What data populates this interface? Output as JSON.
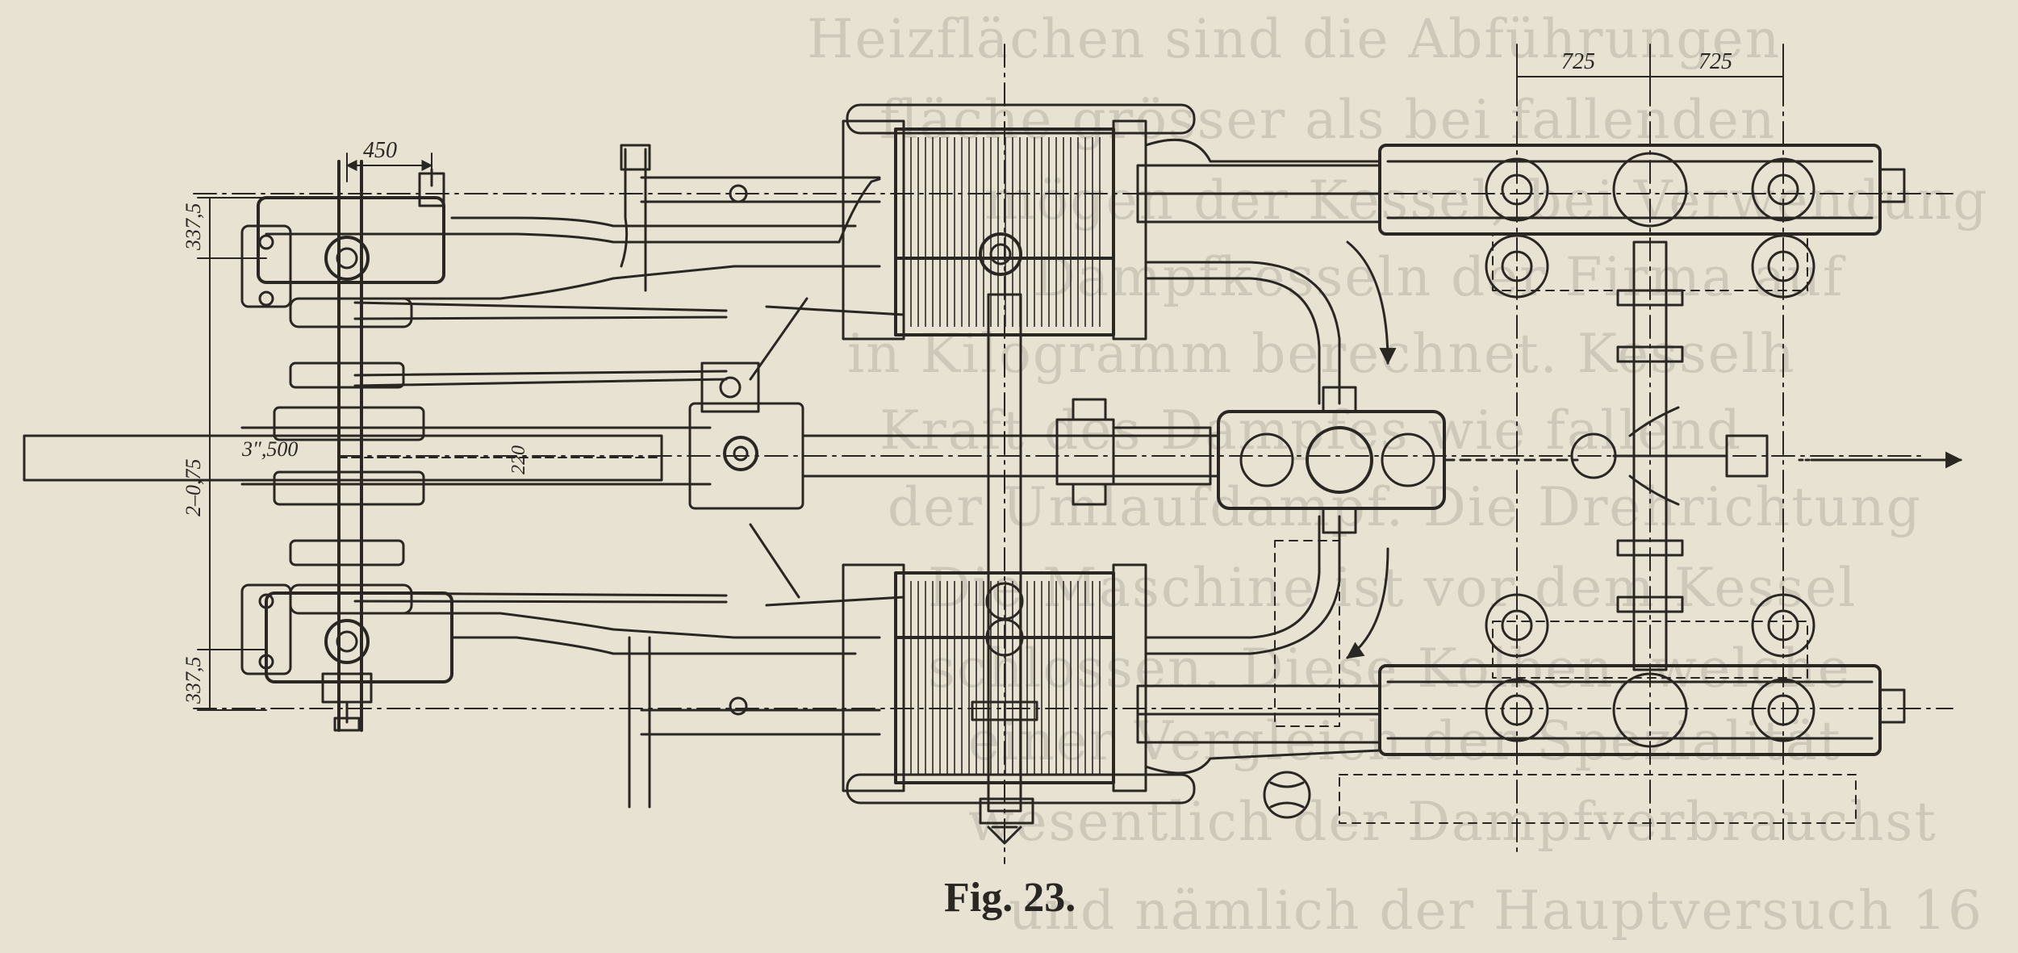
{
  "figure": {
    "caption": "Fig. 23."
  },
  "dimensions": {
    "d450": "450",
    "d337_top": "337,5",
    "d2075": "2–0,75",
    "d337_bot": "337,5",
    "d3500": "3″,500",
    "d220": "220",
    "d725_left": "725",
    "d725_right": "725"
  },
  "bleed_through": {
    "lines": [
      "Heizflächen sind die Abführungen",
      "fläche grösser als bei fallenden",
      "mögen der Kessel, bei Verwendung",
      "Dampfkesseln der Firma auf",
      "in Kilogramm berechnet. Kesselh",
      "Kraft des Dampfes wie fallend",
      "der Umlaufdampf. Die Drehrichtung",
      "Die Maschine ist vor dem Kessel",
      "schlossen. Diese Kolben, welche",
      "einer Vergleich der Spezialität",
      "wesentlich der Dampfverbrauchst",
      "und nämlich der Hauptversuch 16"
    ]
  },
  "colors": {
    "paper": "#e7e2d2",
    "ink": "#2a2723",
    "bleed": "#b9b4a6"
  }
}
